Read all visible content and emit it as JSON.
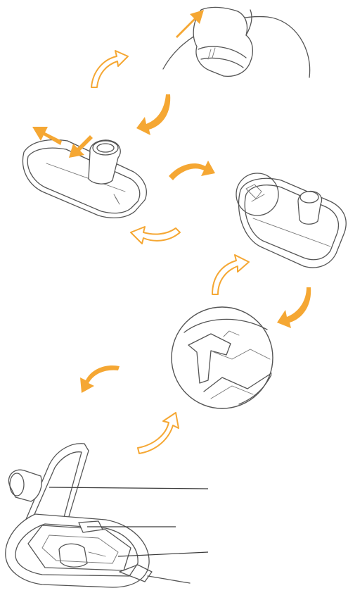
{
  "diagram": {
    "accent_color": "#F5A733",
    "line_color": "#555555",
    "background": "#ffffff",
    "steps": [
      {
        "id": "grip-and-lift-cap",
        "arrow": "solid-arrow-up-right"
      },
      {
        "id": "slide-top-cover-off",
        "arrow": "solid-arrow-left"
      },
      {
        "id": "open-latch-corner",
        "arrow": "solid-curved-arrow"
      },
      {
        "id": "latch-detail-magnified",
        "arrow": "solid-curved-arrow"
      },
      {
        "id": "open-device-labeled-parts",
        "arrow": "outlined-curved-arrow"
      }
    ],
    "callouts": [
      {
        "id": "mouthpiece-callout"
      },
      {
        "id": "blister-holder-callout"
      },
      {
        "id": "tray-callout"
      }
    ]
  }
}
